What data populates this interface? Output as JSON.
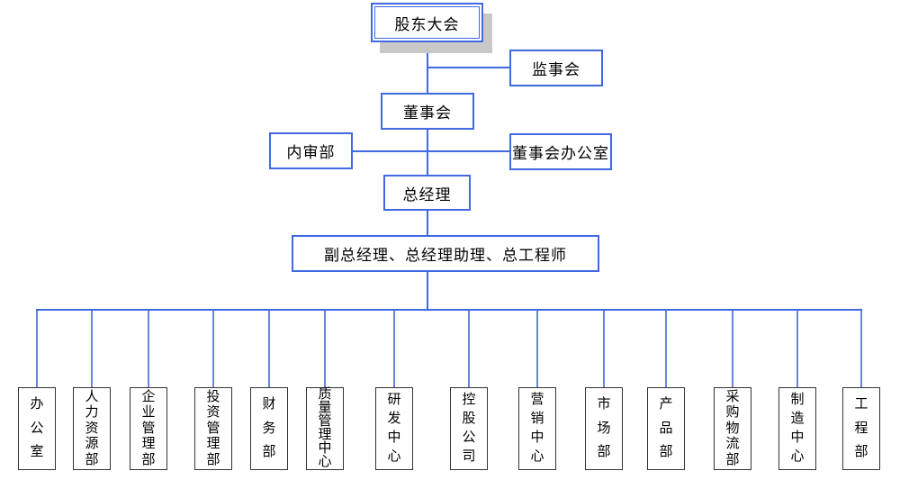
{
  "org": {
    "shareholders_meeting": {
      "label": "股东大会"
    },
    "supervisory_board": {
      "label": "监事会"
    },
    "board_of_directors": {
      "label": "董事会"
    },
    "internal_audit_dept": {
      "label": "内审部"
    },
    "board_office": {
      "label": "董事会办公室"
    },
    "general_manager": {
      "label": "总经理"
    },
    "deputy_managers": {
      "label": "副总经理、总经理助理、总工程师"
    },
    "departments": [
      {
        "label": "办公室"
      },
      {
        "label": "人力资源部"
      },
      {
        "label": "企业管理部"
      },
      {
        "label": "投资管理部"
      },
      {
        "label": "财务部"
      },
      {
        "label": "质量管理中心"
      },
      {
        "label": "研发中心"
      },
      {
        "label": "控股公司"
      },
      {
        "label": "营销中心"
      },
      {
        "label": "市场部"
      },
      {
        "label": "产品部"
      },
      {
        "label": "采购物流部"
      },
      {
        "label": "制造中心"
      },
      {
        "label": "工程部"
      }
    ]
  },
  "palette": {
    "connector_blue": "#4169e1",
    "connector_light_blue": "#6c85dc",
    "department_border": "#333333",
    "shadow_gray": "#c8c8c8",
    "text": "#000000",
    "background": "#ffffff"
  }
}
